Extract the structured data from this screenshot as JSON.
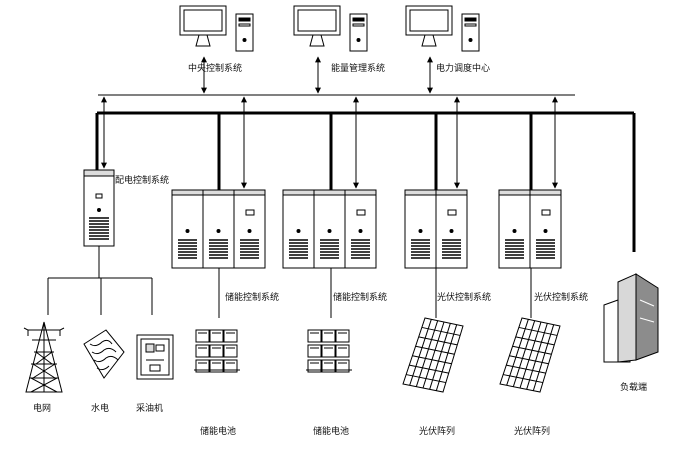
{
  "workstations": [
    {
      "label": "中央控制系统",
      "icon": "computer-workstation-icon"
    },
    {
      "label": "能量管理系统",
      "icon": "computer-workstation-icon"
    },
    {
      "label": "电力调度中心",
      "icon": "computer-workstation-icon"
    }
  ],
  "distribution": {
    "label": "配电控制系统",
    "icon": "distribution-cabinet-icon"
  },
  "control_cabinets": [
    {
      "label": "储能控制系统",
      "icon": "control-cabinet-icon"
    },
    {
      "label": "储能控制系统",
      "icon": "control-cabinet-icon"
    },
    {
      "label": "光伏控制系统",
      "icon": "control-cabinet-icon"
    },
    {
      "label": "光伏控制系统",
      "icon": "control-cabinet-icon"
    }
  ],
  "devices": [
    {
      "label": "储能电池",
      "icon": "battery-pack-icon"
    },
    {
      "label": "储能电池",
      "icon": "battery-pack-icon"
    },
    {
      "label": "光伏阵列",
      "icon": "solar-panel-icon"
    },
    {
      "label": "光伏阵列",
      "icon": "solar-panel-icon"
    }
  ],
  "sources": [
    {
      "label": "电网",
      "icon": "power-tower-icon"
    },
    {
      "label": "水电",
      "icon": "hydro-power-icon"
    },
    {
      "label": "采油机",
      "icon": "oil-pump-unit-icon"
    }
  ],
  "load": {
    "label": "负载端",
    "icon": "building-load-icon"
  }
}
